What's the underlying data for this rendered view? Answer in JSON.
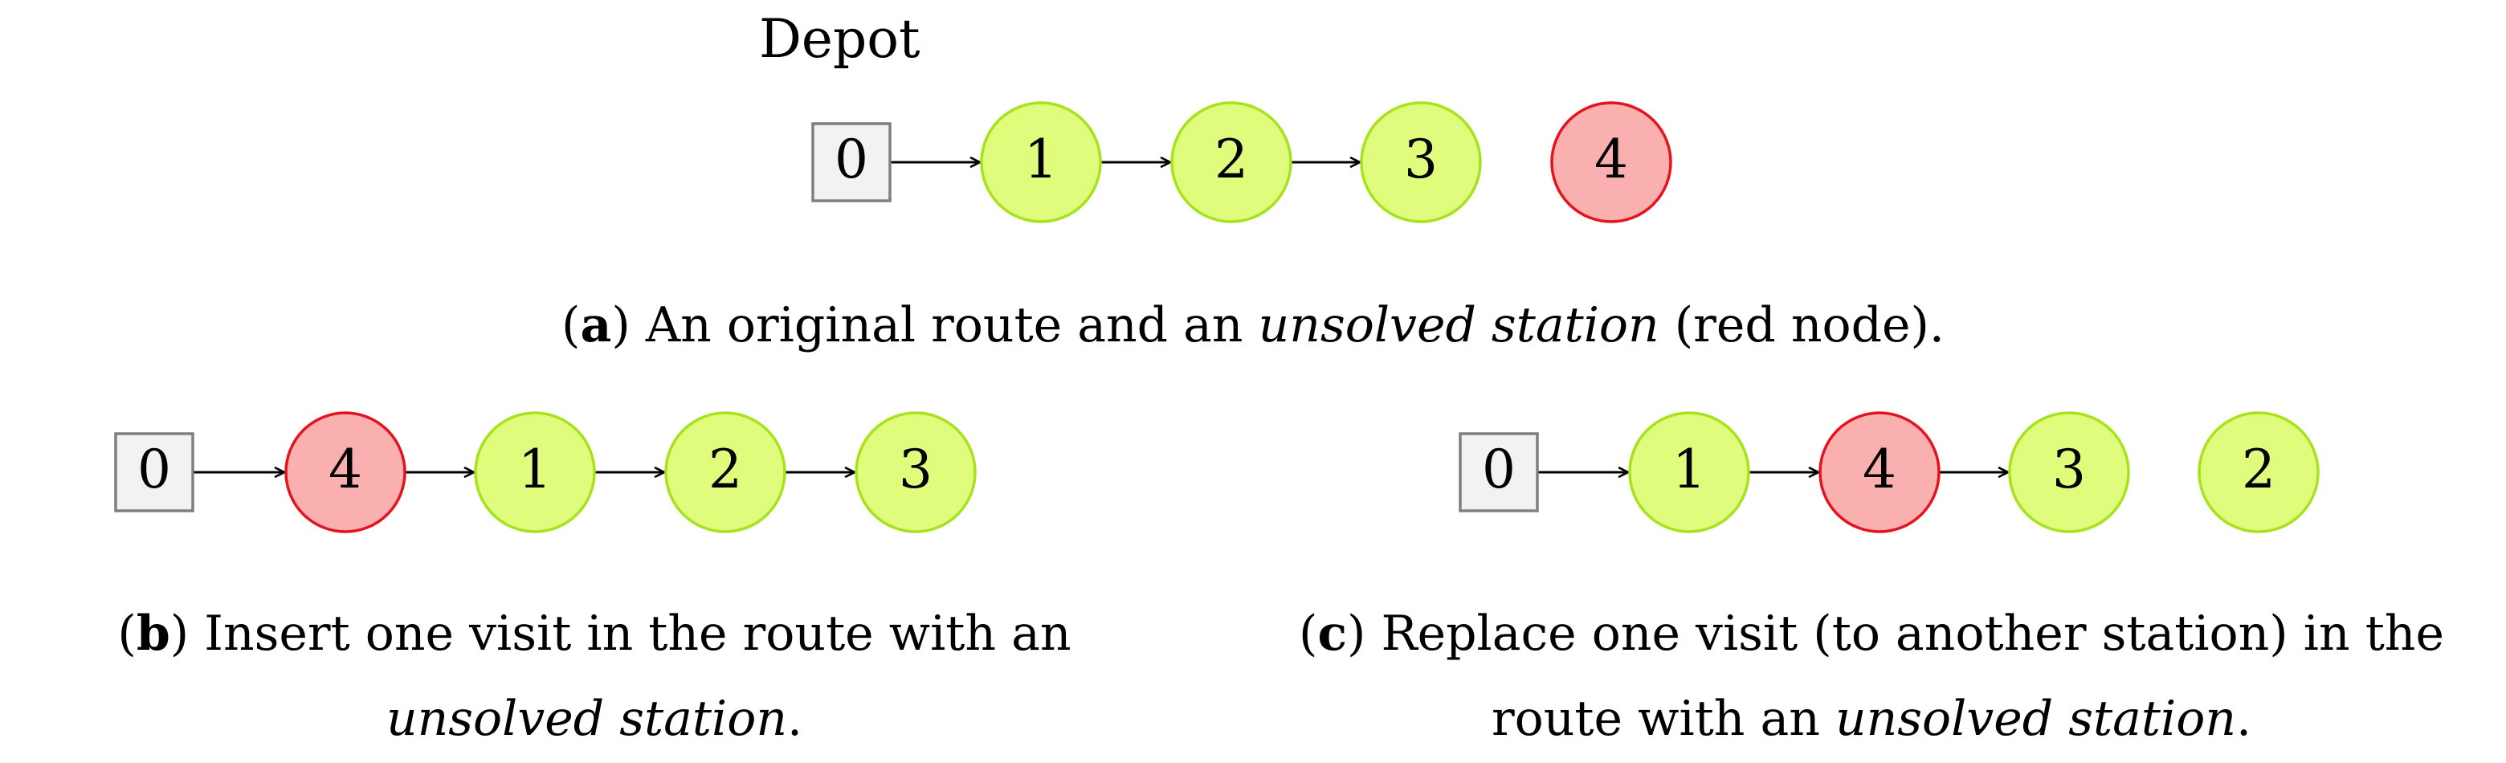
{
  "depot_label": "Depot",
  "colors": {
    "depot_fill": "#f2f2f2",
    "depot_stroke": "#7f7f7f",
    "visited_fill": "#e0fc7c",
    "visited_stroke": "#a6e31c",
    "unsolved_fill": "#fbb0b0",
    "unsolved_stroke": "#e4141c",
    "edge": "#000000"
  },
  "panels": [
    {
      "id": "a",
      "nodes": [
        {
          "label": "0",
          "kind": "depot"
        },
        {
          "label": "1",
          "kind": "visited"
        },
        {
          "label": "2",
          "kind": "visited"
        },
        {
          "label": "3",
          "kind": "visited"
        },
        {
          "label": "4",
          "kind": "unsolved"
        }
      ],
      "edges": [
        [
          0,
          1
        ],
        [
          1,
          2
        ],
        [
          2,
          3
        ]
      ],
      "caption": {
        "letter": "a",
        "lines": [
          [
            "An original route and an ",
            {
              "it": "unsolved station"
            },
            " (red node)."
          ]
        ]
      }
    },
    {
      "id": "b",
      "nodes": [
        {
          "label": "0",
          "kind": "depot"
        },
        {
          "label": "4",
          "kind": "unsolved"
        },
        {
          "label": "1",
          "kind": "visited"
        },
        {
          "label": "2",
          "kind": "visited"
        },
        {
          "label": "3",
          "kind": "visited"
        }
      ],
      "edges": [
        [
          0,
          1
        ],
        [
          1,
          2
        ],
        [
          2,
          3
        ],
        [
          3,
          4
        ]
      ],
      "caption": {
        "letter": "b",
        "lines": [
          [
            "Insert one visit in the route with an"
          ],
          [
            {
              "it": "unsolved station"
            },
            "."
          ]
        ]
      }
    },
    {
      "id": "c",
      "nodes": [
        {
          "label": "0",
          "kind": "depot"
        },
        {
          "label": "1",
          "kind": "visited"
        },
        {
          "label": "4",
          "kind": "unsolved"
        },
        {
          "label": "3",
          "kind": "visited"
        },
        {
          "label": "2",
          "kind": "visited"
        }
      ],
      "edges": [
        [
          0,
          1
        ],
        [
          1,
          2
        ],
        [
          2,
          3
        ]
      ],
      "caption": {
        "letter": "c",
        "lines": [
          [
            "Replace one visit (to another station) in the"
          ],
          [
            "route with an ",
            {
              "it": "unsolved station"
            },
            "."
          ]
        ]
      }
    }
  ]
}
